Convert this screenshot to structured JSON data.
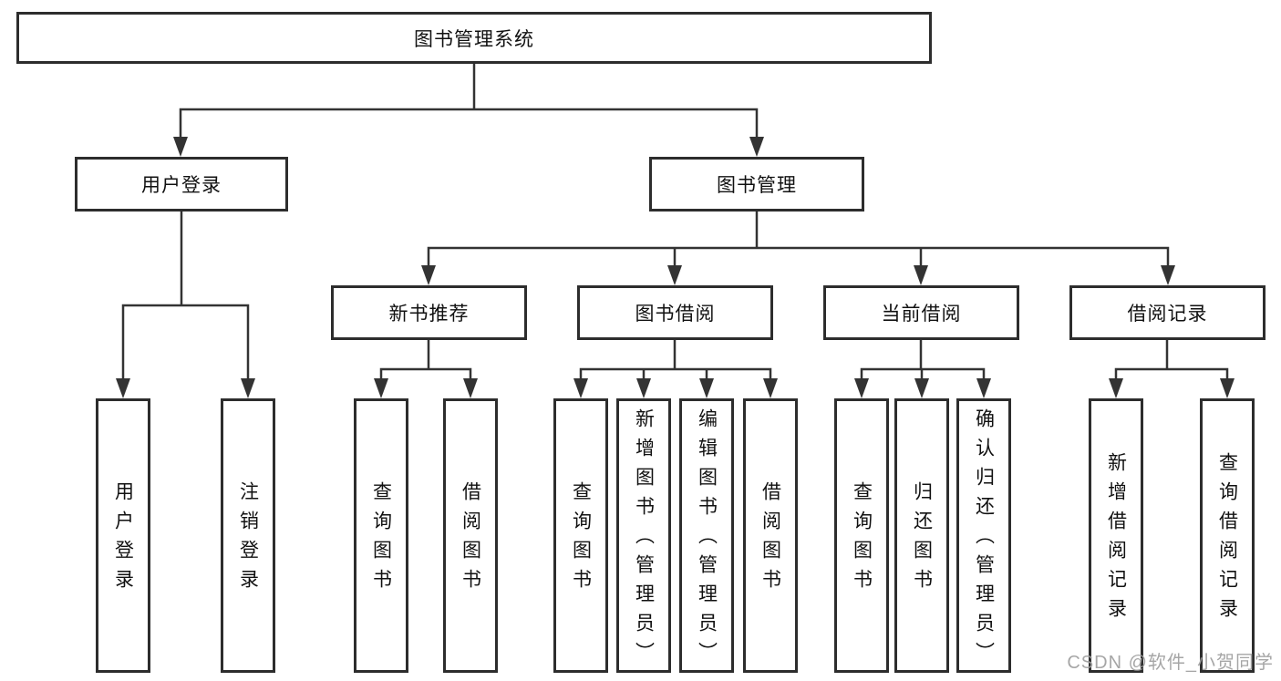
{
  "diagram": {
    "type": "hierarchy-tree",
    "tree": {
      "label": "图书管理系统",
      "children": [
        {
          "label": "用户登录",
          "children": [
            {
              "label": "用户登录"
            },
            {
              "label": "注销登录"
            }
          ]
        },
        {
          "label": "图书管理",
          "children": [
            {
              "label": "新书推荐",
              "children": [
                {
                  "label": "查询图书"
                },
                {
                  "label": "借阅图书"
                }
              ]
            },
            {
              "label": "图书借阅",
              "children": [
                {
                  "label": "查询图书"
                },
                {
                  "label": "新增图书（管理员）"
                },
                {
                  "label": "编辑图书（管理员）"
                },
                {
                  "label": "借阅图书"
                }
              ]
            },
            {
              "label": "当前借阅",
              "children": [
                {
                  "label": "查询图书"
                },
                {
                  "label": "归还图书"
                },
                {
                  "label": "确认归还（管理员）"
                }
              ]
            },
            {
              "label": "借阅记录",
              "children": [
                {
                  "label": "新增借阅记录"
                },
                {
                  "label": "查询借阅记录"
                }
              ]
            }
          ]
        }
      ]
    },
    "colors": {
      "box_border": "#2d2d2d",
      "line": "#333333",
      "text": "#111111",
      "watermark": "#9e9e9e",
      "background": "#ffffff"
    }
  },
  "watermark": "CSDN @软件_小贺同学"
}
